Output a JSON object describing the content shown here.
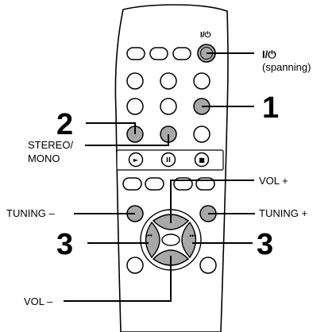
{
  "power_symbol": "I/⏻",
  "callouts": {
    "power": {
      "label": "I/⏻",
      "sub": "(spanning)"
    },
    "stereo_mono": {
      "line1": "STEREO/",
      "line2": "MONO"
    },
    "vol_plus": "VOL +",
    "vol_minus": "VOL –",
    "tuning_minus": "TUNING –",
    "tuning_plus": "TUNING +"
  },
  "steps": {
    "one": "1",
    "two": "2",
    "three_left": "3",
    "three_right": "3"
  },
  "transport_glyphs": {
    "play": "►",
    "pause": "II",
    "stop": "■"
  },
  "skip_glyphs": {
    "prev": "⏮",
    "next": "⏭"
  },
  "colors": {
    "highlight": "#a8a8a8",
    "stroke": "#000000",
    "body": "#ffffff"
  }
}
